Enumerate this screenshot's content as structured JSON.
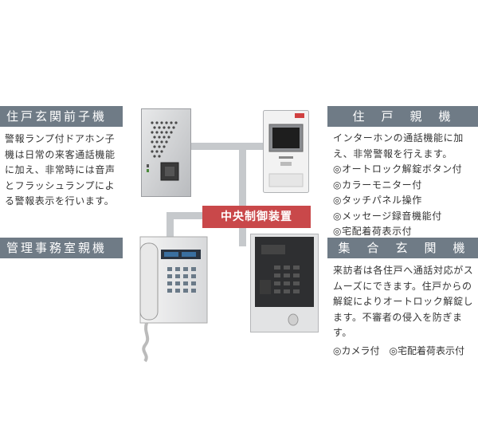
{
  "dwelling_entrance_unit": {
    "title": "住戸玄関前子機",
    "description": "警報ランプ付ドアホン子機は日常の来客通話機能に加え、非常時には音声とフラッシュランプによる警報表示を行います。"
  },
  "dwelling_master_unit": {
    "title": "住　戸　親　機",
    "description": "インターホンの通話機能に加え、非常警報を行えます。",
    "features": [
      "◎オートロック解錠ボタン付",
      "◎カラーモニター付",
      "◎タッチパネル操作",
      "◎メッセージ録音機能付",
      "◎宅配着荷表示付"
    ]
  },
  "management_office_unit": {
    "title": "管理事務室親機"
  },
  "collective_entrance_unit": {
    "title": "集　合　玄　関　機",
    "description": "来訪者は各住戸へ通話対応がスムーズにできます。住戸からの解錠によりオートロック解錠します。不審者の侵入を防ぎます。",
    "features_line": "◎カメラ付　◎宅配着荷表示付"
  },
  "central_control": {
    "label": "中央制御装置"
  },
  "colors": {
    "label_bar": "#6f7b86",
    "central_box": "#c9484a",
    "connector": "#c6c9cc"
  }
}
